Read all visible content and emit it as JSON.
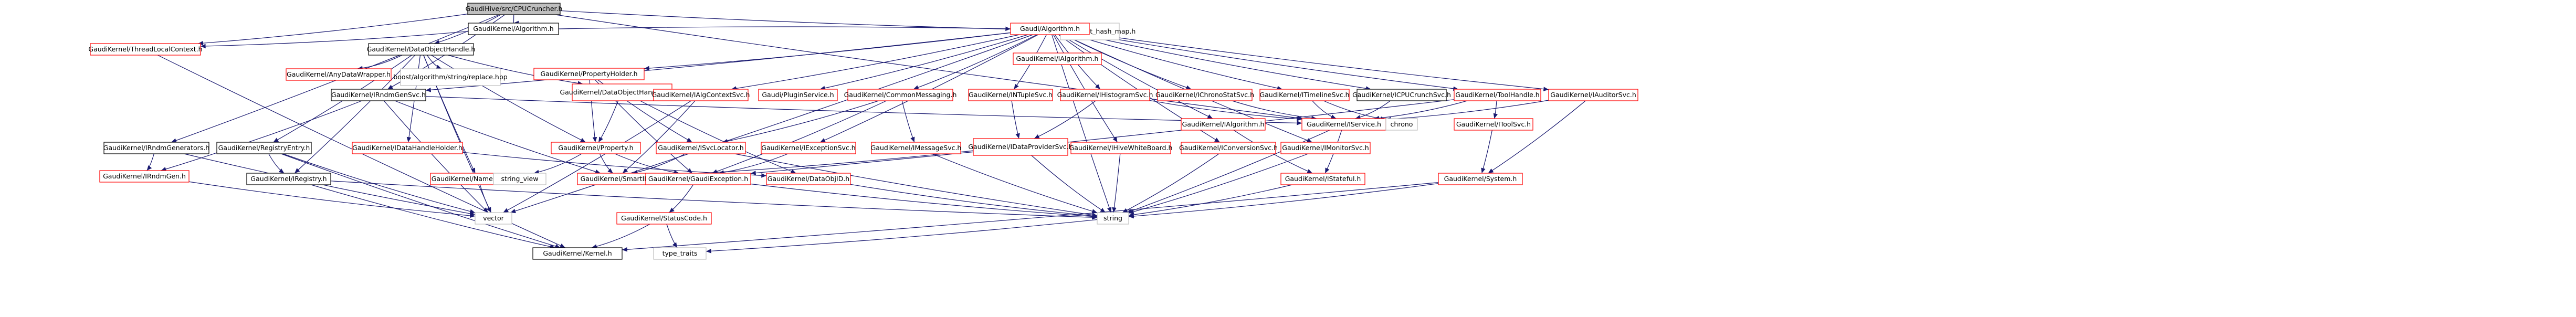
{
  "diagram": {
    "colors": {
      "root_fill": "#bfbfbf",
      "root_stroke": "#000000",
      "node_fill": "#ffffff",
      "node_stroke_red": "#ff0000",
      "node_stroke_black": "#000000",
      "node_stroke_gray": "#bfbfbf",
      "text": "#000000",
      "edge": "#191970"
    },
    "nodes": [
      {
        "id": "root",
        "label": "GaudiHive/src/CPUCruncher.h",
        "kind": "root"
      },
      {
        "id": "galgorithm",
        "label": "GaudiKernel/Algorithm.h",
        "kind": "normal"
      },
      {
        "id": "tbb",
        "label": "tbb/concurrent_hash_map.h",
        "kind": "system"
      },
      {
        "id": "threadlocal",
        "label": "GaudiKernel/ThreadLocalContext.h",
        "kind": "linked"
      },
      {
        "id": "dataobjhandle",
        "label": "GaudiKernel/DataObjectHandle.h",
        "kind": "normal"
      },
      {
        "id": "ialgorithm",
        "label": "GaudiKernel/IAlgorithm.h",
        "kind": "linked"
      },
      {
        "id": "anydatawrapper",
        "label": "GaudiKernel/AnyDataWrapper.h",
        "kind": "linked"
      },
      {
        "id": "boostreplace",
        "label": "boost/algorithm/string/replace.hpp",
        "kind": "system"
      },
      {
        "id": "irndmgensvc",
        "label": "GaudiKernel/IRndmGenSvc.h",
        "kind": "normal"
      },
      {
        "id": "dataobjhandlebase",
        "label": "GaudiKernel/DataObjectHandleBase.h",
        "kind": "linked"
      },
      {
        "id": "propertyholder",
        "label": "GaudiKernel/PropertyHolder.h",
        "kind": "linked"
      },
      {
        "id": "ialgcontextsvc",
        "label": "GaudiKernel/IAlgContextSvc.h",
        "kind": "linked"
      },
      {
        "id": "pluginservice",
        "label": "Gaudi/PluginService.h",
        "kind": "linked"
      },
      {
        "id": "commonmessaging",
        "label": "GaudiKernel/CommonMessaging.h",
        "kind": "linked"
      },
      {
        "id": "incidentsvc",
        "label": "GaudiKernel/INTupleSvc.h",
        "kind": "linked"
      },
      {
        "id": "ihistogramsvc",
        "label": "GaudiKernel/IHistogramSvc.h",
        "kind": "linked"
      },
      {
        "id": "ichronostatsvc",
        "label": "GaudiKernel/IChronoStatSvc.h",
        "kind": "linked"
      },
      {
        "id": "itimelinesvc",
        "label": "GaudiKernel/ITimelineSvc.h",
        "kind": "linked"
      },
      {
        "id": "icpucrunchsvc",
        "label": "GaudiKernel/ICPUCrunchSvc.h",
        "kind": "normal"
      },
      {
        "id": "toolhandle",
        "label": "GaudiKernel/ToolHandle.h",
        "kind": "linked"
      },
      {
        "id": "iauditorsvc",
        "label": "GaudiKernel/IAuditorSvc.h",
        "kind": "linked"
      },
      {
        "id": "irndmgenerators",
        "label": "GaudiKernel/IRndmGenerators.h",
        "kind": "normal"
      },
      {
        "id": "registryentry",
        "label": "GaudiKernel/RegistryEntry.h",
        "kind": "normal"
      },
      {
        "id": "idatahandleholder",
        "label": "GaudiKernel/IDataHandleHolder.h",
        "kind": "linked"
      },
      {
        "id": "property",
        "label": "GaudiKernel/Property.h",
        "kind": "linked"
      },
      {
        "id": "isvclocator",
        "label": "GaudiKernel/ISvcLocator.h",
        "kind": "linked"
      },
      {
        "id": "iexceptionsvc",
        "label": "GaudiKernel/IExceptionSvc.h",
        "kind": "linked"
      },
      {
        "id": "imessagesvc",
        "label": "GaudiKernel/IMessageSvc.h",
        "kind": "linked"
      },
      {
        "id": "idataprovidersvc",
        "label": "GaudiKernel/IDataProviderSvc.h",
        "kind": "linked"
      },
      {
        "id": "ihivewhiteboard",
        "label": "GaudiKernel/IHiveWhiteBoard.h",
        "kind": "linked"
      },
      {
        "id": "iconversionsvc",
        "label": "GaudiKernel/IConversionSvc.h",
        "kind": "linked"
      },
      {
        "id": "ialgorithm2",
        "label": "GaudiKernel/IAlgorithm.h",
        "kind": "linked"
      },
      {
        "id": "imonitorsvc",
        "label": "GaudiKernel/IMonitorSvc.h",
        "kind": "linked"
      },
      {
        "id": "iservice",
        "label": "GaudiKernel/IService.h",
        "kind": "linked"
      },
      {
        "id": "chrono",
        "label": "chrono",
        "kind": "system"
      },
      {
        "id": "itoolsvc",
        "label": "GaudiKernel/IToolSvc.h",
        "kind": "linked"
      },
      {
        "id": "irndmgen",
        "label": "GaudiKernel/IRndmGen.h",
        "kind": "linked"
      },
      {
        "id": "iregistry",
        "label": "GaudiKernel/IRegistry.h",
        "kind": "normal"
      },
      {
        "id": "namedrange",
        "label": "GaudiKernel/NamedRange.h",
        "kind": "linked"
      },
      {
        "id": "smartif",
        "label": "GaudiKernel/SmartIF.h",
        "kind": "linked"
      },
      {
        "id": "string_view",
        "label": "string_view",
        "kind": "system"
      },
      {
        "id": "gaudiexception",
        "label": "GaudiKernel/GaudiException.h",
        "kind": "linked"
      },
      {
        "id": "dataobjid",
        "label": "GaudiKernel/DataObjID.h",
        "kind": "linked"
      },
      {
        "id": "istateful",
        "label": "GaudiKernel/IStateful.h",
        "kind": "linked"
      },
      {
        "id": "gsystem",
        "label": "GaudiKernel/System.h",
        "kind": "linked"
      },
      {
        "id": "vector",
        "label": "vector",
        "kind": "system"
      },
      {
        "id": "statuscode",
        "label": "GaudiKernel/StatusCode.h",
        "kind": "linked"
      },
      {
        "id": "string",
        "label": "string",
        "kind": "system"
      },
      {
        "id": "kernel",
        "label": "GaudiKernel/Kernel.h",
        "kind": "normal"
      },
      {
        "id": "type_traits",
        "label": "type_traits",
        "kind": "system"
      },
      {
        "id": "algorithm",
        "label": "Gaudi/Algorithm.h",
        "kind": "linked"
      }
    ]
  }
}
